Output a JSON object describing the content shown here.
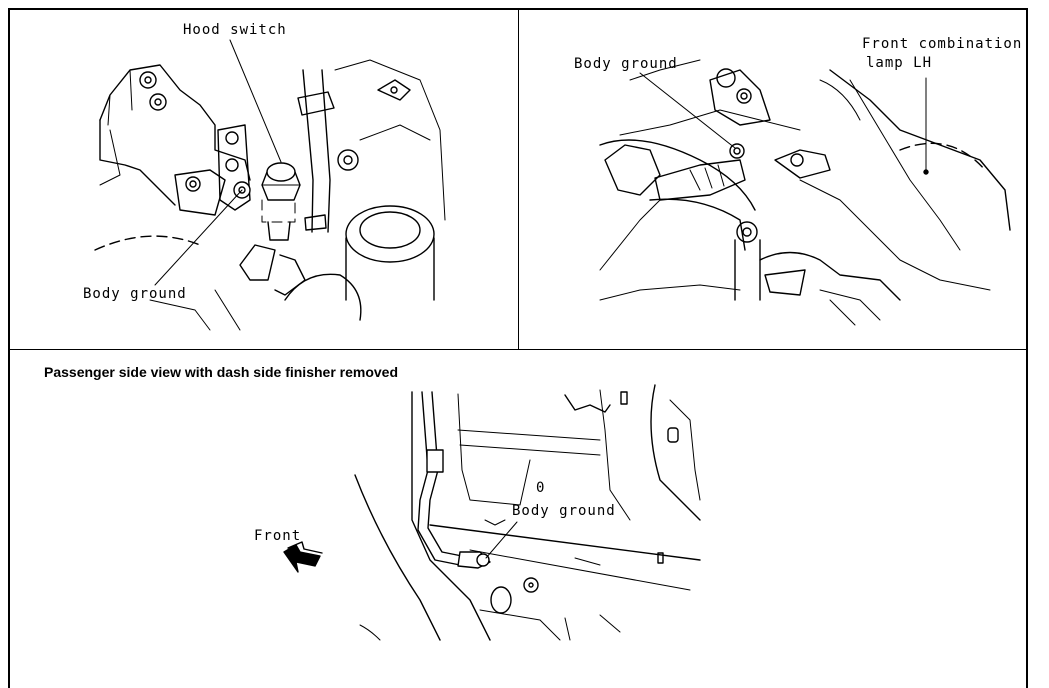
{
  "top_left": {
    "hood_switch_label": "Hood switch",
    "body_ground_label": "Body ground"
  },
  "top_right": {
    "body_ground_label": "Body ground",
    "front_combination_lamp_line1": "Front combination",
    "front_combination_lamp_line2": "lamp LH"
  },
  "bottom": {
    "heading": "Passenger side view with dash side finisher removed",
    "front_label": "Front",
    "body_ground_label": "Body ground",
    "marker_zero": "0"
  }
}
